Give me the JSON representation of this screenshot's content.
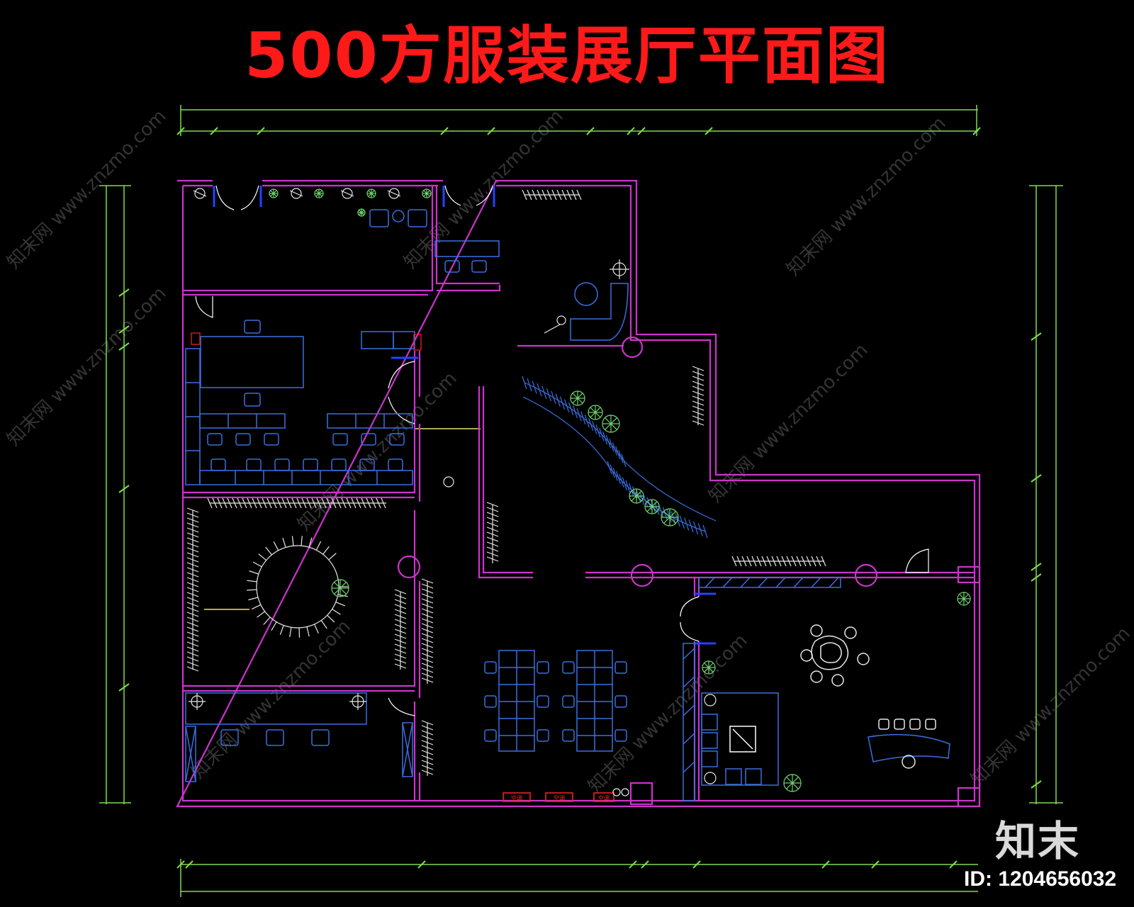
{
  "title": {
    "text": "500方服装展厅平面图",
    "color": "#ff1a1a"
  },
  "watermark": {
    "text": "知末网 www.znzmo.com"
  },
  "brand": {
    "logo": "知末",
    "id_label": "ID: 1204656032"
  },
  "colors": {
    "wall": "#cc33cc",
    "dimension": "#7ddc4e",
    "furniture": "#3a6fe0",
    "fixture": "#e8e8e8",
    "plant": "#6fd66f",
    "label_box": "#ff2222"
  },
  "sockets": [
    "空调",
    "空调",
    "空调"
  ]
}
